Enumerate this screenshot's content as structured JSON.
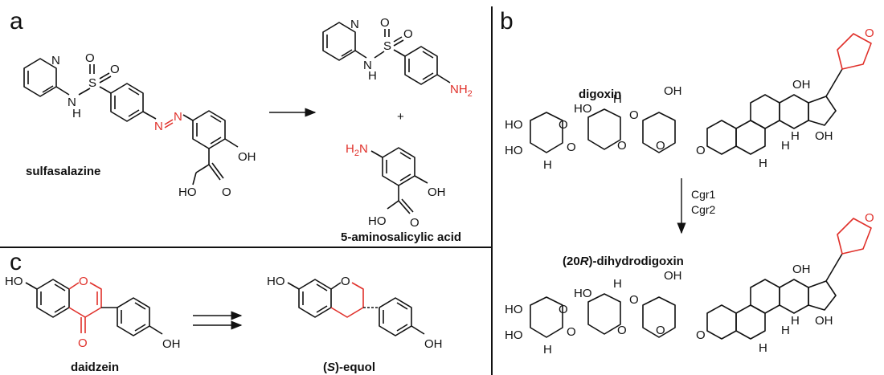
{
  "panels": {
    "a": {
      "letter": "a",
      "labels": {
        "sulfasalazine": "sulfasalazine",
        "aminosalicylic": "5-aminosalicylic acid",
        "plus": "+"
      },
      "atoms": {
        "N": "N",
        "NH": "N",
        "Hs": "H",
        "S": "S",
        "O": "O",
        "NH2": "NH",
        "NH2_sub": "2",
        "H2N": "H",
        "H2N_sub": "2",
        "N_amine": "N",
        "OH": "OH",
        "HO": "HO",
        "azoN": "N"
      }
    },
    "b": {
      "letter": "b",
      "labels": {
        "digoxin": "digoxin",
        "dihydro_prefix": "(20",
        "dihydro_R": "R",
        "dihydro_suffix": ")-dihydrodigoxin"
      },
      "enzymes": [
        "Cgr1",
        "Cgr2"
      ],
      "atoms": {
        "O": "O",
        "OH": "OH",
        "HO": "HO",
        "H": "H"
      }
    },
    "c": {
      "letter": "c",
      "labels": {
        "daidzein": "daidzein",
        "equol_open": "(",
        "equol_S": "S",
        "equol_rest": ")-equol"
      },
      "atoms": {
        "O": "O",
        "OH": "OH",
        "HO": "HO"
      }
    }
  },
  "colors": {
    "highlight": "#e0302a",
    "ink": "#111111"
  }
}
